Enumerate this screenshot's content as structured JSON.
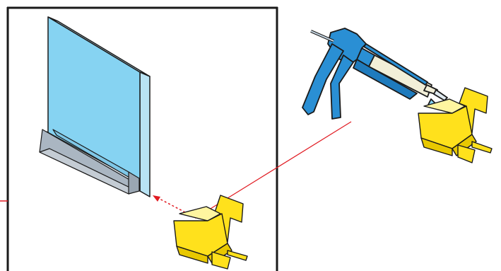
{
  "diagram": {
    "kind": "assembly-instruction",
    "text": [],
    "colors": {
      "frame": "#1a1a1a",
      "glass_face": "#86d3f2",
      "glass_edge": "#c9ecfa",
      "channel": "#aab6c2",
      "gun_body": "#2a8fd4",
      "cartridge": "#f2efd8",
      "clip_yellow": "#ffe11c",
      "guide_line": "#e11b22"
    },
    "parts": [
      {
        "name": "glass-panel",
        "description_icon": "glass-pane-icon"
      },
      {
        "name": "bottom-channel",
        "description_icon": "u-channel-icon"
      },
      {
        "name": "caulking-gun",
        "description_icon": "caulk-gun-icon"
      },
      {
        "name": "clamp-clip",
        "description_icon": "clip-bracket-icon"
      }
    ]
  }
}
